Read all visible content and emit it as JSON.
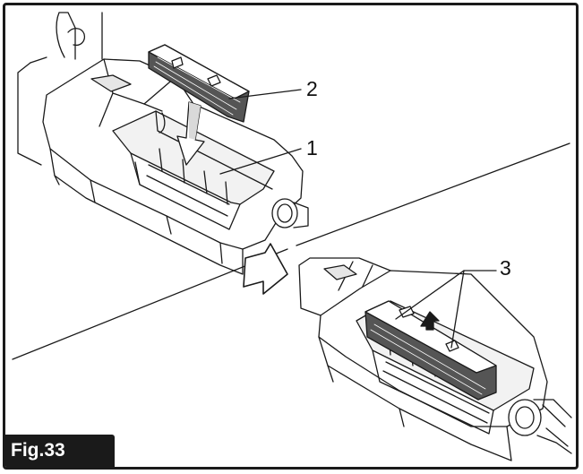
{
  "figure": {
    "label": "Fig.33"
  },
  "callouts": [
    {
      "id": "callout-1",
      "text": "1"
    },
    {
      "id": "callout-2",
      "text": "2"
    },
    {
      "id": "callout-3",
      "text": "3"
    }
  ],
  "colors": {
    "line": "#1a1a1a",
    "fill_light": "#ffffff",
    "fill_shade": "#d9d9d9",
    "fill_dark": "#555555",
    "label_bg": "#1a1a1a",
    "label_text": "#ffffff"
  }
}
